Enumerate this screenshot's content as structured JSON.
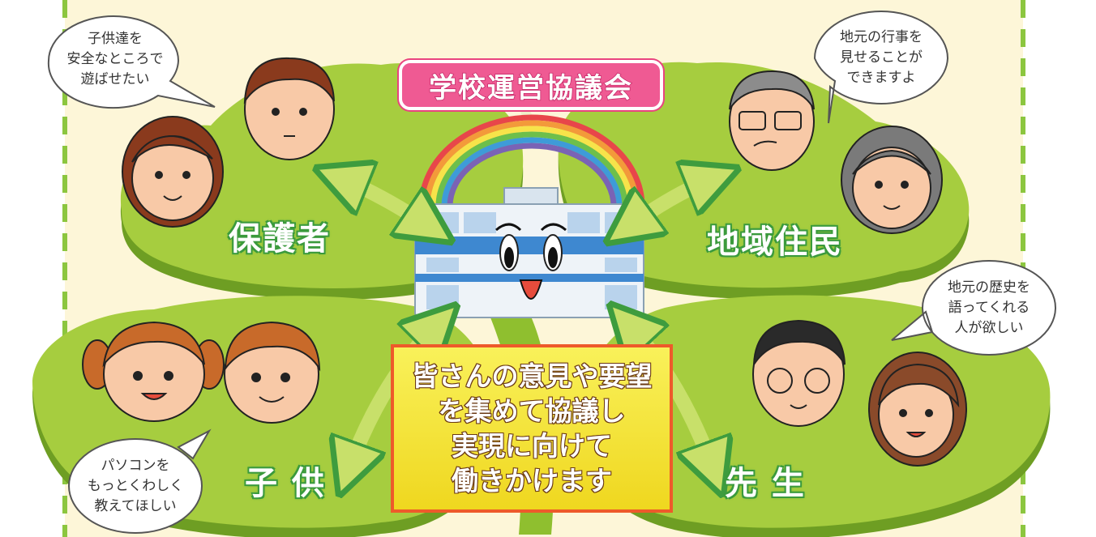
{
  "title": "学校運営協議会",
  "center_message": [
    "皆さんの意見や要望",
    "を集めて協議し",
    "実現に向けて",
    "働きかけます"
  ],
  "groups": {
    "parents": {
      "label": "保護者",
      "bubble": [
        "子供達を",
        "安全なところで",
        "遊ばせたい"
      ]
    },
    "residents": {
      "label": "地域住民",
      "bubble": [
        "地元の行事を",
        "見せることが",
        "できますよ"
      ]
    },
    "children": {
      "label": "子 供",
      "bubble": [
        "パソコンを",
        "もっとくわしく",
        "教えてほしい"
      ]
    },
    "teachers": {
      "label": "先 生",
      "bubble": [
        "地元の歴史を",
        "語ってくれる",
        "人が欲しい"
      ]
    }
  },
  "colors": {
    "background": "#fdf6d8",
    "leaf": "#a6cd3f",
    "leaf_shadow": "#6e9e23",
    "border_dash": "#8cc63f",
    "arrow": "#c8e06a",
    "title_badge": "#ef5a93",
    "message_box": "#f3df2a",
    "message_border": "#ee5a2a",
    "rainbow": [
      "#e8464a",
      "#f39a3a",
      "#f7e34a",
      "#6dbf4b",
      "#3e9bd8",
      "#7a63b5"
    ]
  },
  "icons": [
    "school-building-icon",
    "rainbow-icon",
    "double-arrow-icon",
    "person-face-icon",
    "speech-bubble-icon"
  ]
}
